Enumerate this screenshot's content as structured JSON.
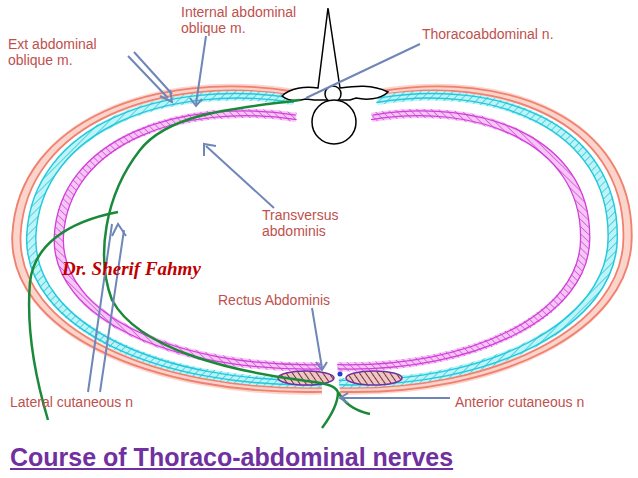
{
  "diagram": {
    "title": "Course of Thoraco-abdominal nerves",
    "labels": [
      "Internal abdominal oblique m.",
      "Ext abdominal oblique m.",
      "Thoracoabdominal n.",
      "Transversus abdominis",
      "Dr. Sherif Fahmy",
      "Rectus Abdominis",
      "Lateral cutaneous n",
      "Anterior cutaneous n"
    ]
  }
}
